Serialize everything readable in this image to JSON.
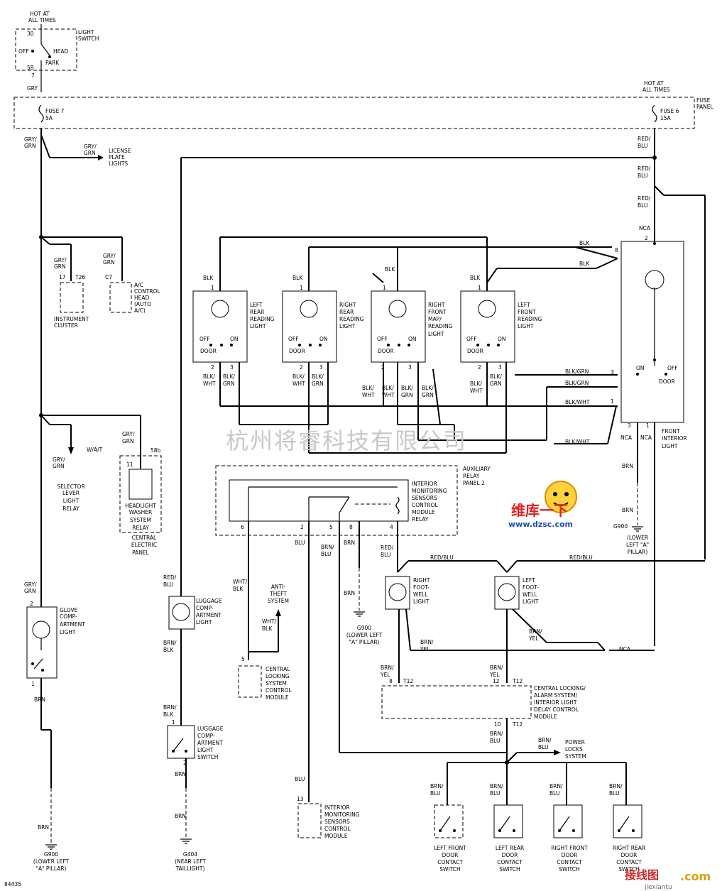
{
  "light_switch": {
    "hot": "HOT AT",
    "hot2": "ALL TIMES",
    "pin_top": "30",
    "pin_bot": "58",
    "pin_out": "7",
    "name1": "LIGHT",
    "name2": "SWITCH",
    "off": "OFF",
    "head": "HEAD",
    "park": "PARK"
  },
  "fuse_panel": {
    "label1": "FUSE",
    "label2": "PANEL",
    "fuse7": "FUSE 7",
    "fuse7_amp": "5A",
    "fuse6": "FUSE 6",
    "fuse6_amp": "15A",
    "hot": "HOT AT",
    "hot2": "ALL TIMES"
  },
  "wires": {
    "gry": "GRY",
    "gry_grn1": "GRY/",
    "gry_grn2": "GRN",
    "grn": "GRN",
    "red_blu1": "RED/",
    "red_blu2": "BLU",
    "red_blu_full": "RED/BLU",
    "blk": "BLK",
    "blk_wht": "BLK/WHT",
    "blk_grn": "BLK/GRN",
    "blk_wht1": "BLK/",
    "blk_wht2": "WHT",
    "blk_grn2": "GRN",
    "brn": "BRN",
    "blu": "BLU",
    "brn_yel1": "BRN/",
    "brn_yel2": "YEL",
    "brn_blu1": "BRN/",
    "brn_blu2": "BLU",
    "brn_blk1": "BRN/",
    "brn_blk2": "BLK",
    "wht_blk1": "WHT/",
    "wht_blk2": "BLK",
    "nca": "NCA",
    "wat": "W/A/T"
  },
  "license": {
    "l1": "LICENSE",
    "l2": "PLATE",
    "l3": "LIGHTS"
  },
  "instrument": {
    "pin": "17",
    "conn": "T26",
    "l1": "INSTRUMENT",
    "l2": "CLUSTER"
  },
  "ac": {
    "conn": "C7",
    "l1": "A/C",
    "l2": "CONTROL",
    "l3": "HEAD",
    "l4": "(AUTO",
    "l5": "A/C)"
  },
  "selector": {
    "l1": "SELECTOR",
    "l2": "LEVER",
    "l3": "LIGHT",
    "l4": "RELAY"
  },
  "headlight_washer": {
    "conn": "58b",
    "pin": "11",
    "l1": "HEADLIGHT",
    "l2": "WASHER",
    "l3": "SYSTEM",
    "l4": "RELAY",
    "p1": "CENTRAL",
    "p2": "ELECTRIC",
    "p3": "PANEL"
  },
  "reading_lights": [
    {
      "n1": "LEFT",
      "n2": "REAR",
      "n3": "READING",
      "n4": "LIGHT",
      "n5": ""
    },
    {
      "n1": "RIGHT",
      "n2": "REAR",
      "n3": "READING",
      "n4": "LIGHT",
      "n5": ""
    },
    {
      "n1": "RIGHT",
      "n2": "FRONT",
      "n3": "MAP/",
      "n4": "READING",
      "n5": "LIGHT"
    },
    {
      "n1": "LEFT",
      "n2": "FRONT",
      "n3": "READING",
      "n4": "LIGHT",
      "n5": ""
    }
  ],
  "switch_labels": {
    "off": "OFF",
    "on": "ON",
    "door": "DOOR",
    "p1": "1",
    "p2": "2",
    "p3": "3",
    "p8": "8"
  },
  "front_interior": {
    "l1": "FRONT",
    "l2": "INTERIOR",
    "l3": "LIGHT",
    "nca": "NCA"
  },
  "ground_g900": {
    "id": "G900",
    "l1": "(LOWER",
    "l2": "LEFT \"A\"",
    "l3": "PILLAR)",
    "l_one": "(LOWER LEFT",
    "l_two": "\"A\" PILLAR)"
  },
  "ground_g404": {
    "id": "G404",
    "l1": "(NEAR LEFT",
    "l2": "TAILLIGHT)"
  },
  "aux_relay": {
    "l1": "AUXILIARY",
    "l2": "RELAY",
    "l3": "PANEL 2",
    "m1": "INTERIOR",
    "m2": "MONITORING",
    "m3": "SENSORS",
    "m4": "CONTROL",
    "m5": "MODULE",
    "m6": "RELAY",
    "pins": [
      "6",
      "2",
      "5",
      "8",
      "4"
    ]
  },
  "anti_theft": {
    "l1": "ANTI-",
    "l2": "THEFT",
    "l3": "SYSTEM"
  },
  "central_locking": {
    "pin": "5",
    "l1": "CENTRAL",
    "l2": "LOCKING",
    "l3": "SYSTEM",
    "l4": "CONTROL",
    "l5": "MODULE"
  },
  "glove": {
    "p2": "2",
    "p1": "1",
    "l1": "GLOVE",
    "l2": "COMP-",
    "l3": "ARTMENT",
    "l4": "LIGHT"
  },
  "luggage_light": {
    "l1": "LUGGAGE",
    "l2": "COMP-",
    "l3": "ARTMENT",
    "l4": "LIGHT"
  },
  "luggage_switch": {
    "p1": "1",
    "p2": "2",
    "l1": "LUGGAGE",
    "l2": "COMP-",
    "l3": "ARTMENT",
    "l4": "LIGHT",
    "l5": "SWITCH"
  },
  "footwell": [
    {
      "l1": "RIGHT",
      "l2": "FOOT-",
      "l3": "WELL",
      "l4": "LIGHT"
    },
    {
      "l1": "LEFT",
      "l2": "FOOT-",
      "l3": "WELL",
      "l4": "LIGHT"
    }
  ],
  "delay_module": {
    "p8": "8",
    "p12": "12",
    "p10": "10",
    "conn": "T12",
    "l1": "CENTRAL LOCKING/",
    "l2": "ALARM SYSTEM/",
    "l3": "INTERIOR LIGHT",
    "l4": "DELAY CONTROL",
    "l5": "MODULE"
  },
  "power_locks": {
    "l1": "POWER",
    "l2": "LOCKS",
    "l3": "SYSTEM"
  },
  "interior_monitor": {
    "pin": "13",
    "l1": "INTERIOR",
    "l2": "MONITORING",
    "l3": "SENSORS",
    "l4": "CONTROL",
    "l5": "MODULE"
  },
  "door_switches": [
    {
      "l1": "LEFT FRONT",
      "l2": "DOOR",
      "l3": "CONTACT",
      "l4": "SWITCH"
    },
    {
      "l1": "LEFT REAR",
      "l2": "DOOR",
      "l3": "CONTACT",
      "l4": "SWITCH"
    },
    {
      "l1": "RIGHT FRONT",
      "l2": "DOOR",
      "l3": "CONTACT",
      "l4": "SWITCH"
    },
    {
      "l1": "RIGHT REAR",
      "l2": "DOOR",
      "l3": "CONTACT",
      "l4": "SWITCH"
    }
  ],
  "watermark": "杭州将睿科技有限公司",
  "logo_text": "维库一下",
  "logo_url": "www.dzsc.com",
  "corner_logo": "接线图",
  "corner_logo2": ".com",
  "corner_url": "jiexiantu",
  "fig_id": "84435"
}
